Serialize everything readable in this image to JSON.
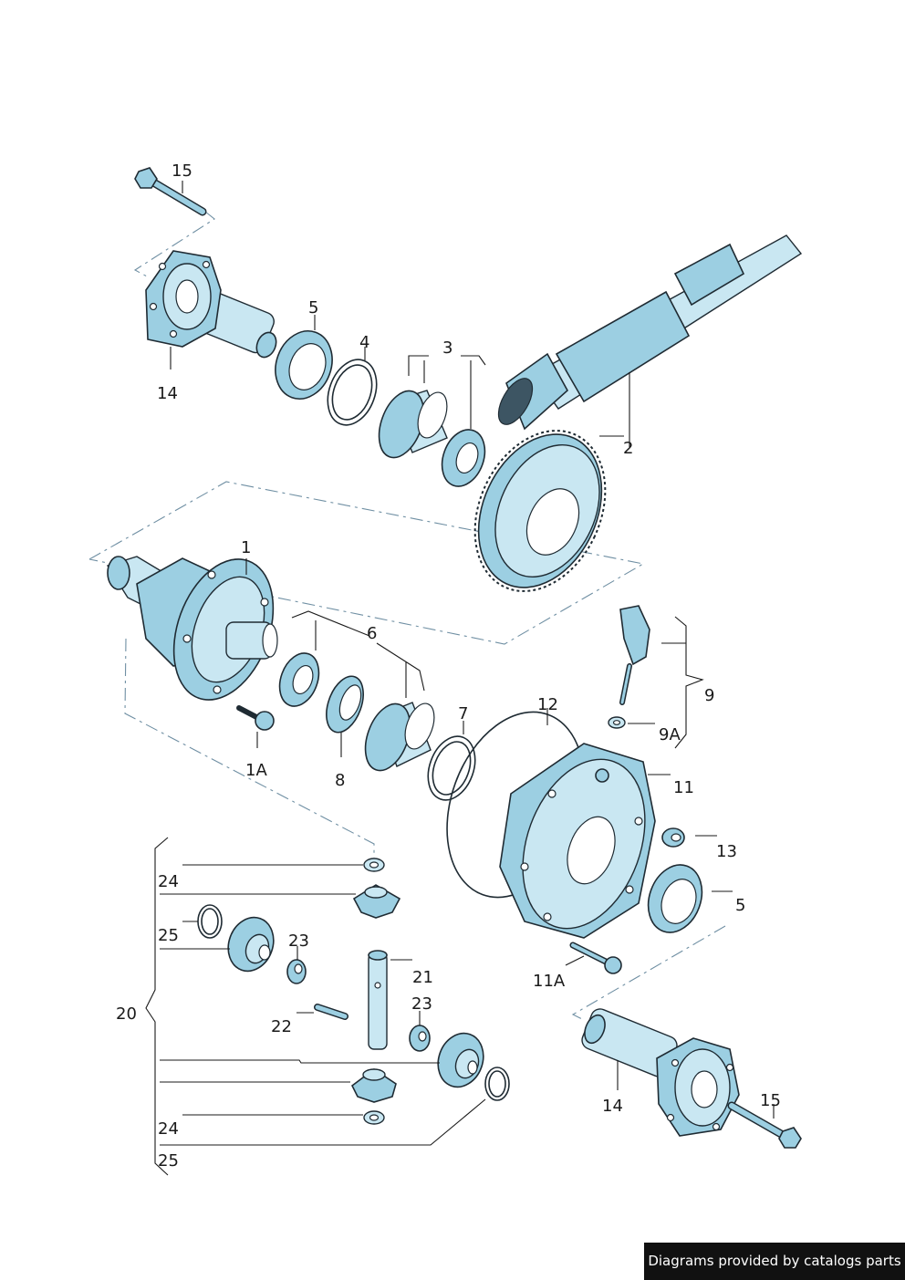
{
  "callouts": {
    "c15a": "15",
    "c14a": "14",
    "c5a": "5",
    "c4": "4",
    "c3": "3",
    "c2": "2",
    "c1": "1",
    "c6": "6",
    "c1A": "1A",
    "c8": "8",
    "c7": "7",
    "c12": "12",
    "c9": "9",
    "c9A": "9A",
    "c11": "11",
    "c13": "13",
    "c5b": "5",
    "c11A": "11A",
    "c24a": "24",
    "c25a": "25",
    "c23a": "23",
    "c21": "21",
    "c20": "20",
    "c22": "22",
    "c23b": "23",
    "c24b": "24",
    "c25b": "25",
    "c14b": "14",
    "c15b": "15"
  },
  "credit": "Diagrams provided by catalogs parts",
  "colors": {
    "part_fill": "#9ccfe2",
    "outline": "#1f2b33",
    "dash_line": "#6f8fa3"
  }
}
